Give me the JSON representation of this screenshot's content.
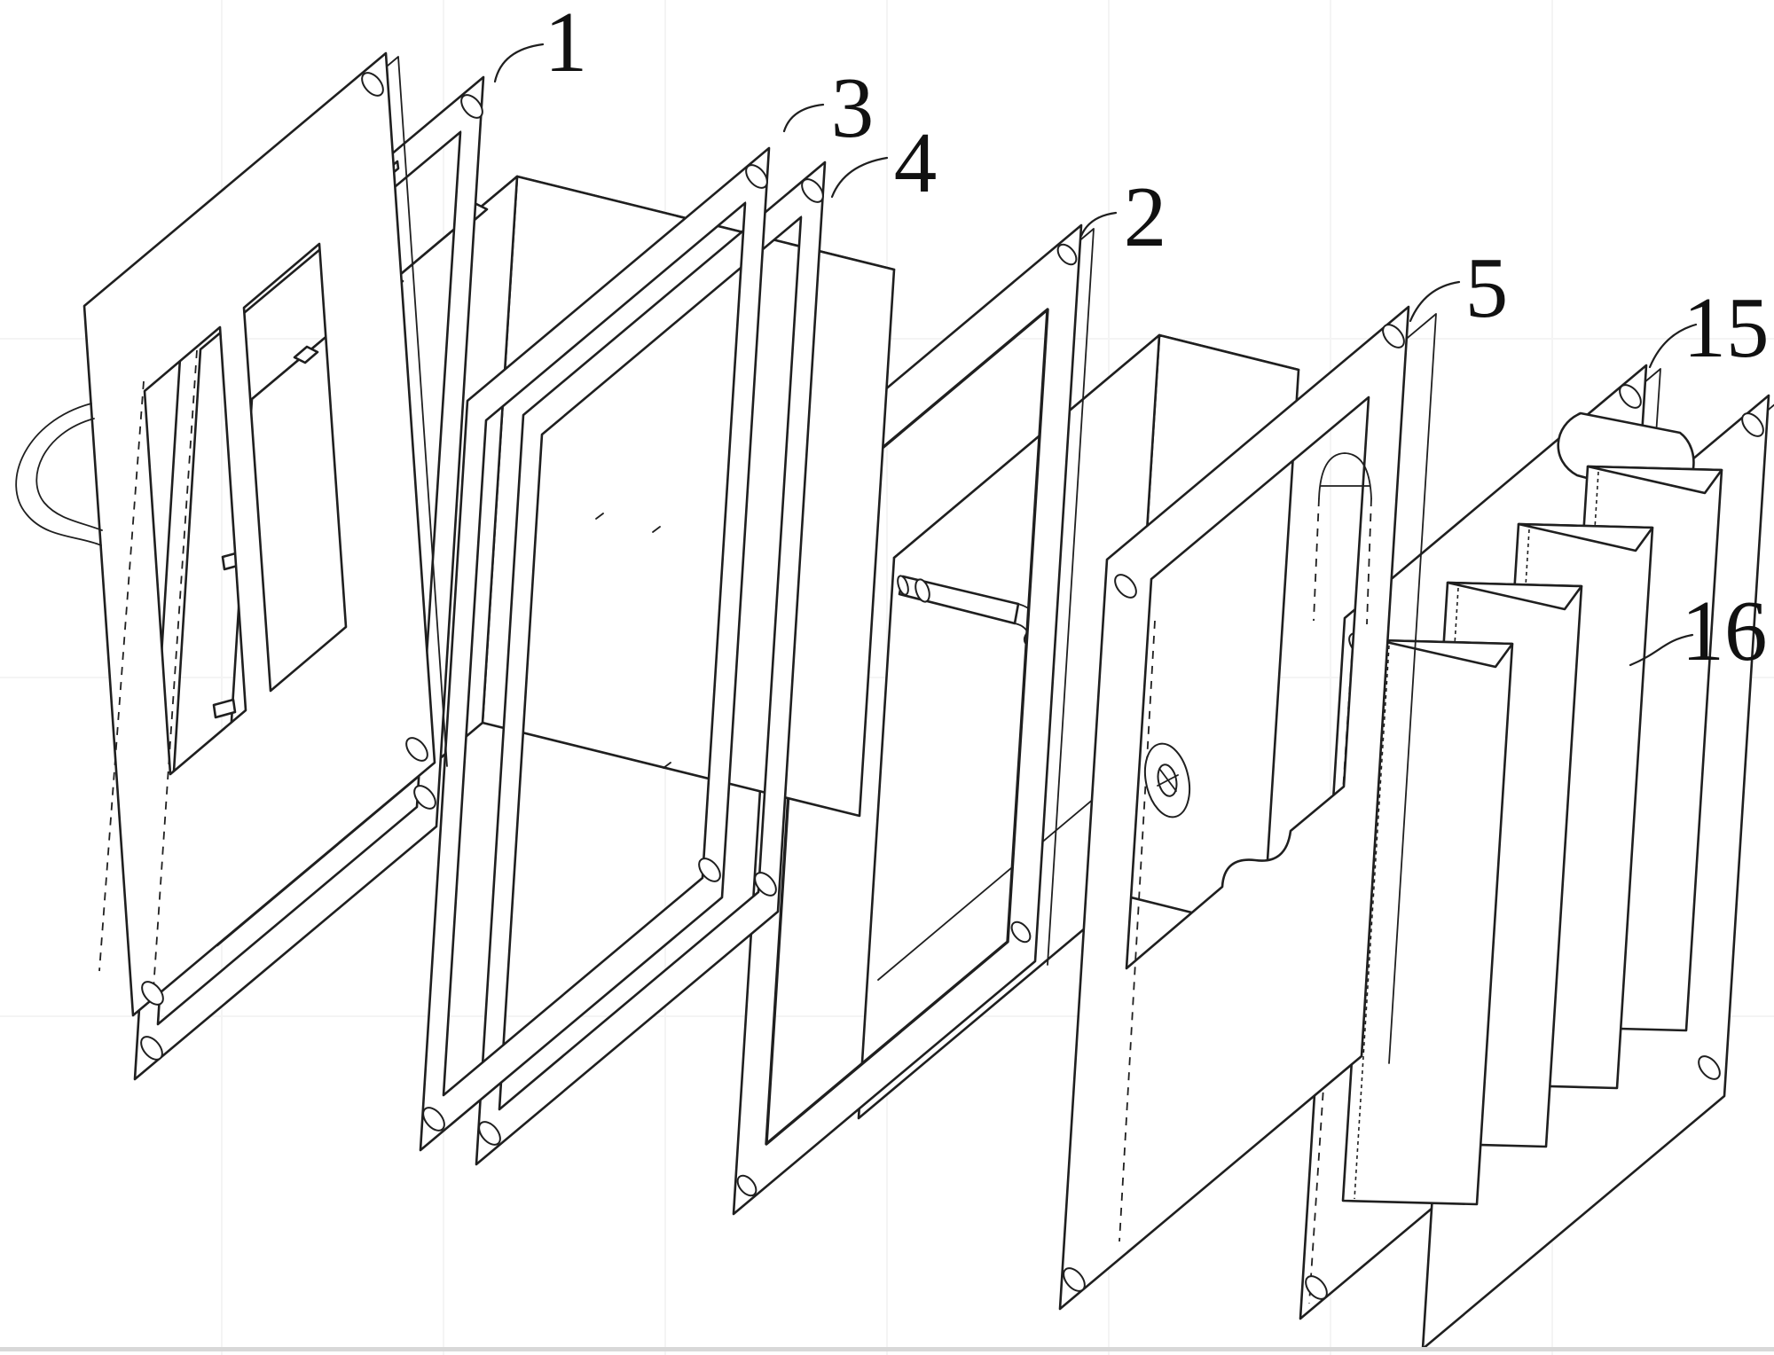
{
  "figure": {
    "kind": "patent-exploded-view-line-drawing",
    "background": "#ffffff",
    "line_color": "#1f1f1f",
    "scan_edge_color": "#d8d8d8",
    "labels": [
      {
        "text": "1"
      },
      {
        "text": "3"
      },
      {
        "text": "4"
      },
      {
        "text": "2"
      },
      {
        "text": "5"
      },
      {
        "text": "15"
      },
      {
        "text": "16"
      }
    ]
  }
}
